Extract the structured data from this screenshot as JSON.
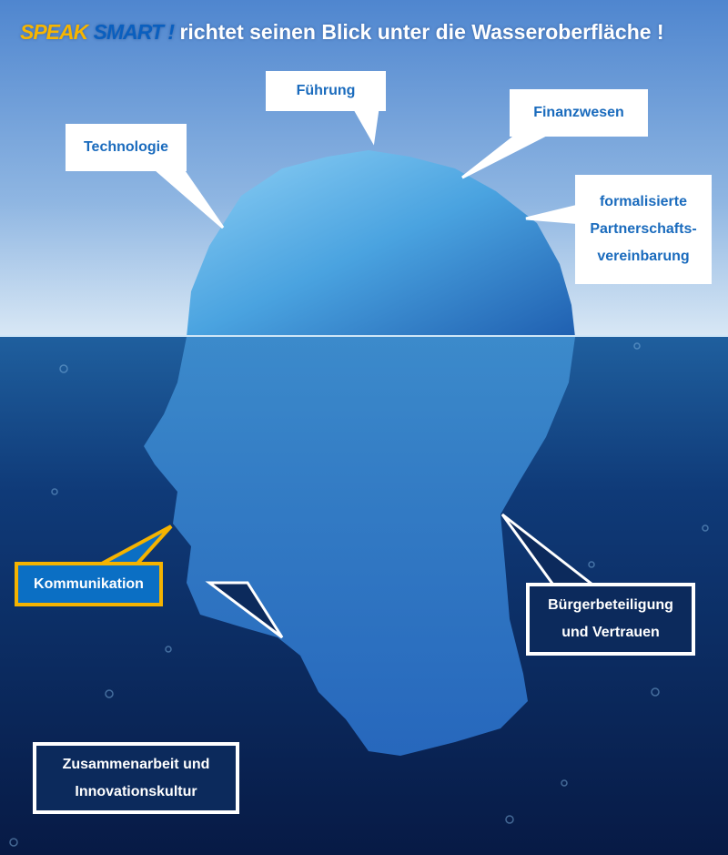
{
  "title": {
    "brand_part1": "SPEAK",
    "brand_part2": "SMART !",
    "text": "richtet seinen Blick unter die Wasseroberfläche !"
  },
  "callouts_above_water": [
    {
      "label": "Technologie"
    },
    {
      "label": "Führung"
    },
    {
      "label": "Finanzwesen"
    },
    {
      "line1": "formalisierte",
      "line2": "Partnerschafts-",
      "line3": "vereinbarung"
    }
  ],
  "callouts_below_water": [
    {
      "label": "Kommunikation"
    },
    {
      "line1": "Bürgerbeteiligung",
      "line2": "und Vertrauen"
    },
    {
      "line1": "Zusammenarbeit und",
      "line2": "Innovationskultur"
    }
  ],
  "colors": {
    "sky": "#5b8fd0",
    "water": "#0a2350",
    "ice": "#4aa3e0",
    "brand_yellow": "#f7b500",
    "brand_blue": "#0a5fbf",
    "callout_text": "#1a6bbd"
  }
}
